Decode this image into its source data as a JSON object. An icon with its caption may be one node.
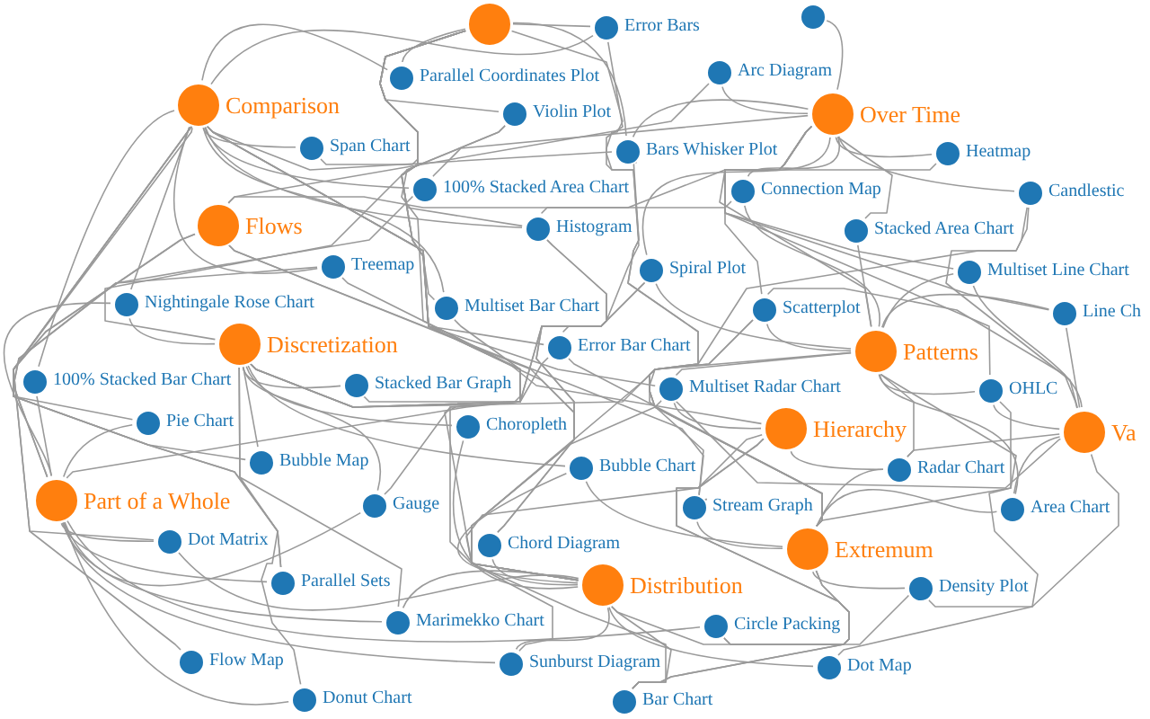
{
  "diagram": {
    "nodes": [
      {
        "text": [],
        "shape": "circle"
      },
      {
        "text": [],
        "shape": "circle"
      },
      {
        "text": [
          "Error Bars"
        ]
      },
      {
        "text": [
          "Parallel Coordinates Plot"
        ]
      },
      {
        "text": [
          "Arc Diagram"
        ]
      },
      {
        "text": [
          "Comparison"
        ]
      },
      {
        "text": [
          "Violin Plot"
        ]
      },
      {
        "text": [
          "Over Time"
        ]
      },
      {
        "text": [
          "Span Chart"
        ]
      },
      {
        "text": [
          "Bars Whisker Plot"
        ]
      },
      {
        "text": [
          "Heatmap"
        ]
      },
      {
        "text": [
          "100% Stacked Area Chart"
        ]
      },
      {
        "text": [
          "Connection Map"
        ]
      },
      {
        "text": [
          "Candlestic"
        ]
      },
      {
        "text": [
          "Flows"
        ]
      },
      {
        "text": [
          "Histogram"
        ]
      },
      {
        "text": [
          "Stacked Area Chart"
        ]
      },
      {
        "text": [
          "Treemap"
        ]
      },
      {
        "text": [
          "Spiral Plot"
        ]
      },
      {
        "text": [
          "Multiset Line Chart"
        ]
      },
      {
        "text": [
          "Nightingale Rose Chart"
        ]
      },
      {
        "text": [
          "Multiset Bar Chart"
        ]
      },
      {
        "text": [
          "Scatterplot"
        ]
      },
      {
        "text": [
          "Line Ch"
        ]
      },
      {
        "text": [
          "Discretization"
        ]
      },
      {
        "text": [
          "Error Bar Chart"
        ]
      },
      {
        "text": [
          "Patterns"
        ]
      },
      {
        "text": [
          "100% Stacked Bar Chart"
        ]
      },
      {
        "text": [
          "Stacked Bar Graph"
        ]
      },
      {
        "text": [
          "Multiset Radar Chart"
        ]
      },
      {
        "text": [
          "OHLC"
        ]
      },
      {
        "text": [
          "Pie Chart"
        ]
      },
      {
        "text": [
          "Choropleth"
        ]
      },
      {
        "text": [
          "Hierarchy"
        ]
      },
      {
        "text": [
          "Va"
        ]
      },
      {
        "text": [
          "Bubble Map"
        ]
      },
      {
        "text": [
          "Bubble Chart"
        ]
      },
      {
        "text": [
          "Radar Chart"
        ]
      },
      {
        "text": [
          "Part of a Whole"
        ]
      },
      {
        "text": [
          "Gauge"
        ]
      },
      {
        "text": [
          "Stream Graph"
        ]
      },
      {
        "text": [
          "Area Chart"
        ]
      },
      {
        "text": [
          "Dot Matrix"
        ]
      },
      {
        "text": [
          "Chord Diagram"
        ]
      },
      {
        "text": [
          "Extremum"
        ]
      },
      {
        "text": [
          "Parallel Sets"
        ]
      },
      {
        "text": [
          "Distribution"
        ]
      },
      {
        "text": [
          "Density Plot"
        ]
      },
      {
        "text": [
          "Marimekko Chart"
        ]
      },
      {
        "text": [
          "Circle Packing"
        ]
      },
      {
        "text": [
          "Flow Map"
        ]
      },
      {
        "text": [
          "Sunburst Diagram"
        ]
      },
      {
        "text": [
          "Dot Map"
        ]
      },
      {
        "text": [
          "Donut Chart"
        ]
      },
      {
        "text": [
          "Bar Chart"
        ]
      }
    ],
    "edges": [
      {
        "from": 5,
        "to": 3,
        "arrow": "none"
      },
      {
        "from": 5,
        "to": 2,
        "arrow": "none"
      },
      {
        "from": 5,
        "to": 8,
        "arrow": "none"
      },
      {
        "from": 5,
        "to": 11,
        "arrow": "none"
      },
      {
        "from": 5,
        "to": 9,
        "arrow": "none"
      },
      {
        "from": 5,
        "to": 15,
        "arrow": "none"
      },
      {
        "from": 5,
        "to": 21,
        "arrow": "none"
      },
      {
        "from": 5,
        "to": 25,
        "arrow": "none"
      },
      {
        "from": 5,
        "to": 28,
        "arrow": "none"
      },
      {
        "from": 5,
        "to": 20,
        "arrow": "none"
      },
      {
        "from": 5,
        "to": 27,
        "arrow": "none"
      },
      {
        "from": 5,
        "to": 31,
        "arrow": "none"
      },
      {
        "from": 5,
        "to": 35,
        "arrow": "none"
      },
      {
        "from": 5,
        "to": 42,
        "arrow": "none"
      },
      {
        "from": 5,
        "to": 29,
        "arrow": "none"
      },
      {
        "from": 5,
        "to": 45,
        "arrow": "none"
      },
      {
        "from": 5,
        "to": 54,
        "arrow": "none"
      },
      {
        "from": 5,
        "to": 17,
        "arrow": "none"
      },
      {
        "from": 14,
        "to": 50,
        "arrow": "none"
      },
      {
        "from": 14,
        "to": 12,
        "arrow": "none"
      },
      {
        "from": 14,
        "to": 43,
        "arrow": "none"
      },
      {
        "from": 14,
        "to": 45,
        "arrow": "none"
      },
      {
        "from": 14,
        "to": 4,
        "arrow": "none"
      },
      {
        "from": 14,
        "to": 40,
        "arrow": "none"
      },
      {
        "from": 24,
        "to": 15,
        "arrow": "none"
      },
      {
        "from": 24,
        "to": 6,
        "arrow": "none"
      },
      {
        "from": 24,
        "to": 28,
        "arrow": "none"
      },
      {
        "from": 24,
        "to": 32,
        "arrow": "none"
      },
      {
        "from": 24,
        "to": 25,
        "arrow": "none"
      },
      {
        "from": 24,
        "to": 35,
        "arrow": "none"
      },
      {
        "from": 24,
        "to": 18,
        "arrow": "none"
      },
      {
        "from": 24,
        "to": 48,
        "arrow": "none"
      },
      {
        "from": 24,
        "to": 53,
        "arrow": "none"
      },
      {
        "from": 24,
        "to": 39,
        "arrow": "none"
      },
      {
        "from": 24,
        "to": 20,
        "arrow": "none"
      },
      {
        "from": 24,
        "to": 36,
        "arrow": "none"
      },
      {
        "from": 24,
        "to": 22,
        "arrow": "none"
      },
      {
        "from": 38,
        "to": 31,
        "arrow": "none"
      },
      {
        "from": 38,
        "to": 17,
        "arrow": "none"
      },
      {
        "from": 38,
        "to": 27,
        "arrow": "none"
      },
      {
        "from": 38,
        "to": 42,
        "arrow": "none"
      },
      {
        "from": 38,
        "to": 45,
        "arrow": "none"
      },
      {
        "from": 38,
        "to": 48,
        "arrow": "none"
      },
      {
        "from": 38,
        "to": 53,
        "arrow": "none"
      },
      {
        "from": 38,
        "to": 51,
        "arrow": "none"
      },
      {
        "from": 38,
        "to": 39,
        "arrow": "none"
      },
      {
        "from": 38,
        "to": 49,
        "arrow": "none"
      },
      {
        "from": 38,
        "to": 20,
        "arrow": "none"
      },
      {
        "from": 38,
        "to": 11,
        "arrow": "none"
      },
      {
        "from": 38,
        "to": 21,
        "arrow": "none"
      },
      {
        "from": 0,
        "to": 2,
        "arrow": "none"
      },
      {
        "from": 0,
        "to": 6,
        "arrow": "none"
      },
      {
        "from": 0,
        "to": 9,
        "arrow": "none"
      },
      {
        "from": 0,
        "to": 15,
        "arrow": "none"
      },
      {
        "from": 0,
        "to": 25,
        "arrow": "none"
      },
      {
        "from": 0,
        "to": 43,
        "arrow": "none"
      },
      {
        "from": 0,
        "to": 21,
        "arrow": "none"
      },
      {
        "from": 0,
        "to": 8,
        "arrow": "none"
      },
      {
        "from": 0,
        "to": 39,
        "arrow": "none"
      },
      {
        "from": 0,
        "to": 3,
        "arrow": "none"
      },
      {
        "from": 7,
        "to": 1,
        "arrow": "none"
      },
      {
        "from": 7,
        "to": 10,
        "arrow": "none"
      },
      {
        "from": 7,
        "to": 13,
        "arrow": "none"
      },
      {
        "from": 7,
        "to": 16,
        "arrow": "none"
      },
      {
        "from": 7,
        "to": 4,
        "arrow": "none"
      },
      {
        "from": 7,
        "to": 12,
        "arrow": "none"
      },
      {
        "from": 7,
        "to": 22,
        "arrow": "none"
      },
      {
        "from": 7,
        "to": 19,
        "arrow": "none"
      },
      {
        "from": 7,
        "to": 23,
        "arrow": "none"
      },
      {
        "from": 7,
        "to": 18,
        "arrow": "none"
      },
      {
        "from": 7,
        "to": 15,
        "arrow": "none"
      },
      {
        "from": 7,
        "to": 11,
        "arrow": "none"
      },
      {
        "from": 7,
        "to": 9,
        "arrow": "none"
      },
      {
        "from": 7,
        "to": 30,
        "arrow": "none"
      },
      {
        "from": 26,
        "to": 22,
        "arrow": "none"
      },
      {
        "from": 26,
        "to": 19,
        "arrow": "none"
      },
      {
        "from": 26,
        "to": 10,
        "arrow": "none"
      },
      {
        "from": 26,
        "to": 30,
        "arrow": "none"
      },
      {
        "from": 26,
        "to": 37,
        "arrow": "none"
      },
      {
        "from": 26,
        "to": 41,
        "arrow": "none"
      },
      {
        "from": 26,
        "to": 16,
        "arrow": "none"
      },
      {
        "from": 26,
        "to": 23,
        "arrow": "none"
      },
      {
        "from": 26,
        "to": 47,
        "arrow": "none"
      },
      {
        "from": 26,
        "to": 40,
        "arrow": "none"
      },
      {
        "from": 26,
        "to": 29,
        "arrow": "none"
      },
      {
        "from": 26,
        "to": 18,
        "arrow": "none"
      },
      {
        "from": 26,
        "to": 12,
        "arrow": "none"
      },
      {
        "from": 33,
        "to": 17,
        "arrow": "none"
      },
      {
        "from": 33,
        "to": 51,
        "arrow": "none"
      },
      {
        "from": 33,
        "to": 49,
        "arrow": "none"
      },
      {
        "from": 33,
        "to": 29,
        "arrow": "none"
      },
      {
        "from": 33,
        "to": 37,
        "arrow": "none"
      },
      {
        "from": 33,
        "to": 54,
        "arrow": "none"
      },
      {
        "from": 34,
        "to": 30,
        "arrow": "none"
      },
      {
        "from": 34,
        "to": 41,
        "arrow": "none"
      },
      {
        "from": 34,
        "to": 13,
        "arrow": "none"
      },
      {
        "from": 34,
        "to": 23,
        "arrow": "none"
      },
      {
        "from": 34,
        "to": 37,
        "arrow": "none"
      },
      {
        "from": 34,
        "to": 29,
        "arrow": "none"
      },
      {
        "from": 34,
        "to": 22,
        "arrow": "none"
      },
      {
        "from": 34,
        "to": 52,
        "arrow": "none"
      },
      {
        "from": 34,
        "to": 19,
        "arrow": "none"
      },
      {
        "from": 44,
        "to": 37,
        "arrow": "none"
      },
      {
        "from": 44,
        "to": 30,
        "arrow": "none"
      },
      {
        "from": 44,
        "to": 41,
        "arrow": "none"
      },
      {
        "from": 44,
        "to": 47,
        "arrow": "none"
      },
      {
        "from": 44,
        "to": 13,
        "arrow": "none"
      },
      {
        "from": 44,
        "to": 40,
        "arrow": "none"
      },
      {
        "from": 44,
        "to": 36,
        "arrow": "none"
      },
      {
        "from": 44,
        "to": 49,
        "arrow": "none"
      },
      {
        "from": 44,
        "to": 25,
        "arrow": "none"
      },
      {
        "from": 44,
        "to": 2,
        "arrow": "none"
      },
      {
        "from": 44,
        "to": 54,
        "arrow": "none"
      },
      {
        "from": 44,
        "to": 9,
        "arrow": "none"
      },
      {
        "from": 46,
        "to": 36,
        "arrow": "none"
      },
      {
        "from": 46,
        "to": 15,
        "arrow": "none"
      },
      {
        "from": 46,
        "to": 6,
        "arrow": "none"
      },
      {
        "from": 46,
        "to": 47,
        "arrow": "none"
      },
      {
        "from": 46,
        "to": 52,
        "arrow": "none"
      },
      {
        "from": 46,
        "to": 43,
        "arrow": "none"
      },
      {
        "from": 46,
        "to": 29,
        "arrow": "none"
      },
      {
        "from": 46,
        "to": 48,
        "arrow": "none"
      },
      {
        "from": 46,
        "to": 51,
        "arrow": "none"
      },
      {
        "from": 46,
        "to": 54,
        "arrow": "none"
      },
      {
        "from": 46,
        "to": 42,
        "arrow": "none"
      },
      {
        "from": 46,
        "to": 22,
        "arrow": "none"
      },
      {
        "from": 46,
        "to": 18,
        "arrow": "none"
      },
      {
        "from": 46,
        "to": 32,
        "arrow": "none"
      }
    ]
  }
}
